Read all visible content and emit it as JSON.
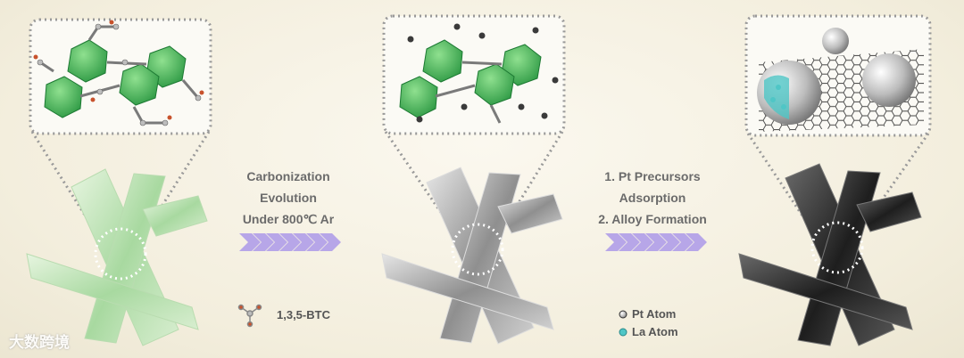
{
  "step1": {
    "line1": "Carbonization",
    "line2": "Evolution",
    "line3": "Under 800℃ Ar"
  },
  "step2": {
    "line1": "1. Pt  Precursors",
    "line2": "Adsorption",
    "line3": "2. Alloy Formation"
  },
  "legend": {
    "btc": "1,3,5-BTC",
    "pt": "Pt Atom",
    "la": "La Atom"
  },
  "watermark": "大数跨境",
  "colors": {
    "arrow": "#b7a6e8",
    "mof_green": "#9fd49a",
    "carbon_gray": "#9a9a9a",
    "product_dark": "#2b2b2b",
    "pt": "#555555",
    "la": "#4fc6c6"
  }
}
